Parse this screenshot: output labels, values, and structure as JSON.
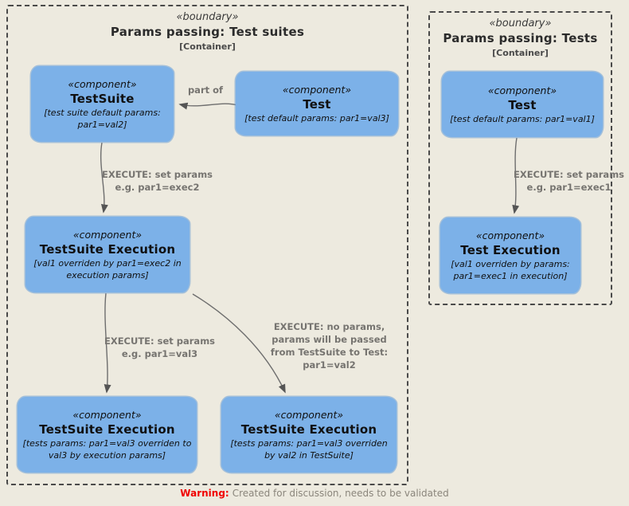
{
  "colors": {
    "background": "#edeadf",
    "node_fill": "#7cb1e8",
    "boundary_border": "#4a4a4a",
    "edge_line": "#6e6e6e",
    "edge_label": "#767470",
    "warning_red": "#f00000",
    "caption_gray": "#8b867c"
  },
  "boundaries": [
    {
      "stereotype": "«boundary»",
      "title": "Params passing: Test suites",
      "subtitle": "[Container]"
    },
    {
      "stereotype": "«boundary»",
      "title": "Params passing: Tests",
      "subtitle": "[Container]"
    }
  ],
  "nodes": [
    {
      "stereotype": "«component»",
      "name": "TestSuite",
      "desc": "[test suite default params: par1=val2]"
    },
    {
      "stereotype": "«component»",
      "name": "Test",
      "desc": "[test default params: par1=val3]"
    },
    {
      "stereotype": "«component»",
      "name": "TestSuite Execution",
      "desc": "[val1 overriden by par1=exec2 in execution params]"
    },
    {
      "stereotype": "«component»",
      "name": "TestSuite Execution",
      "desc": "[tests params: par1=val3 overriden to val3 by execution params]"
    },
    {
      "stereotype": "«component»",
      "name": "TestSuite Execution",
      "desc": "[tests params: par1=val3 overriden by val2 in TestSuite]"
    },
    {
      "stereotype": "«component»",
      "name": "Test",
      "desc": "[test default params: par1=val1]"
    },
    {
      "stereotype": "«component»",
      "name": "Test Execution",
      "desc": "[val1 overriden by params: par1=exec1 in execution]"
    }
  ],
  "edges": [
    {
      "from": "Test",
      "to": "TestSuite",
      "label": "part of"
    },
    {
      "from": "TestSuite",
      "to": "TestSuite Execution",
      "label": "EXECUTE: set params\ne.g. par1=exec2"
    },
    {
      "from": "TestSuite Execution",
      "to": "TestSuite Execution (left)",
      "label": "EXECUTE: set params\ne.g. par1=val3"
    },
    {
      "from": "TestSuite Execution",
      "to": "TestSuite Execution (right)",
      "label": "EXECUTE: no params,\nparams will be passed\nfrom TestSuite to Test:\npar1=val2"
    },
    {
      "from": "Test",
      "to": "Test Execution",
      "label": "EXECUTE: set params\ne.g. par1=exec1"
    }
  ],
  "caption": {
    "warning_label": "Warning:",
    "text": "Created for discussion, needs to be validated"
  }
}
